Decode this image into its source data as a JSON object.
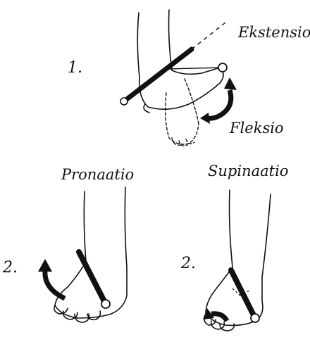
{
  "labels": {
    "step1": "1.",
    "extension": "Ekstensio",
    "flexion": "Fleksio",
    "pronation": "Pronaatio",
    "supination": "Supinaatio",
    "step2_left": "2.",
    "step2_right": "2."
  },
  "colors": {
    "ink": "#111111",
    "background": "#ffffff"
  },
  "icons": {
    "flex_extension_arrow": "curved-arrow-icon",
    "pronation_arrow": "curved-arrow-icon",
    "supination_arrow": "curved-arrow-icon"
  }
}
